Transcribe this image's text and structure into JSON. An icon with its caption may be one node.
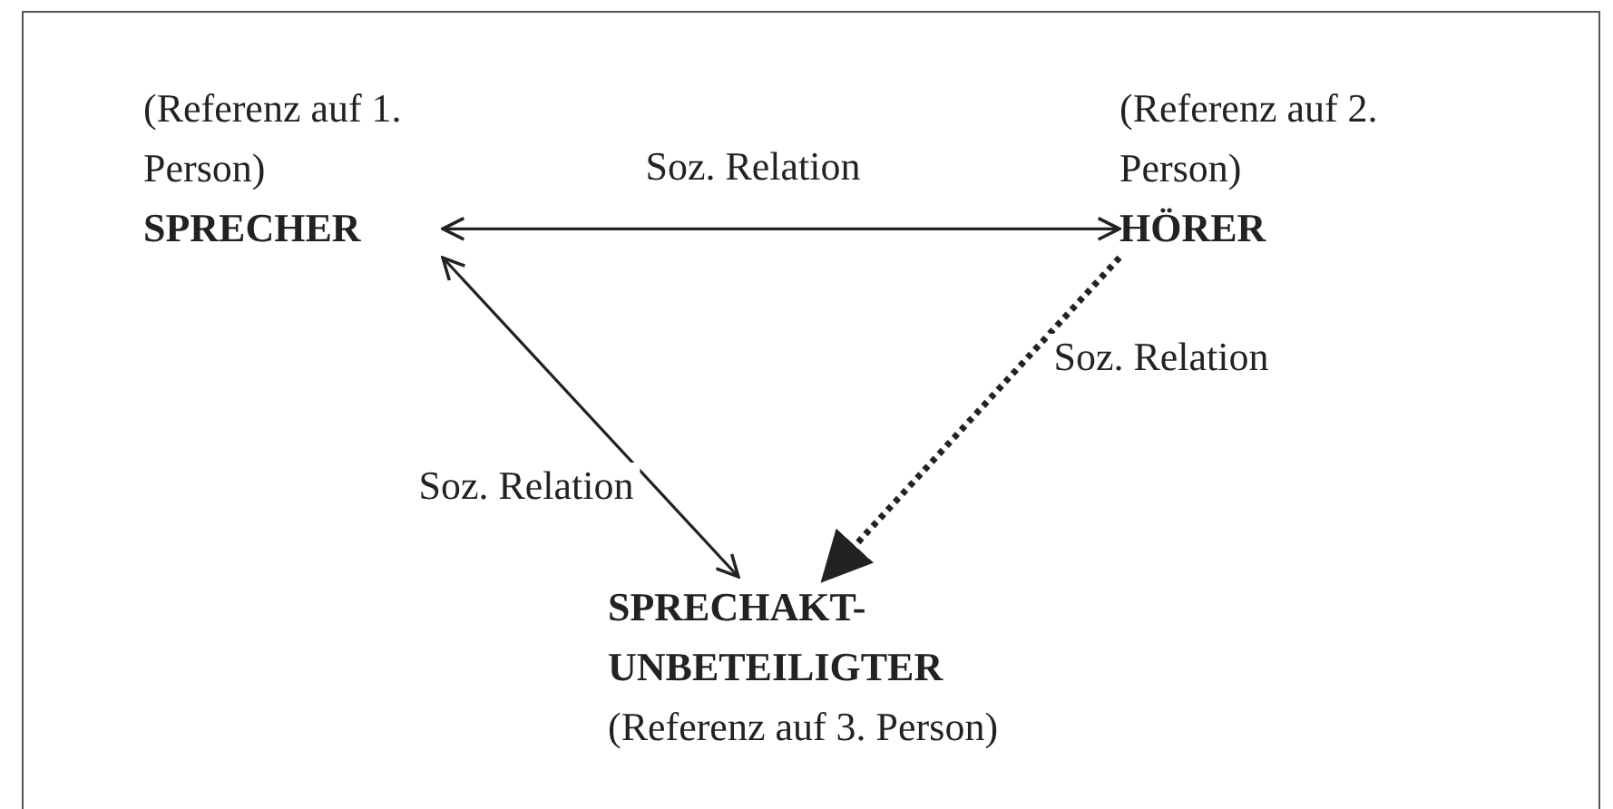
{
  "diagram": {
    "nodes": [
      {
        "text": [
          "(Referenz auf 1. Person)",
          "SPRECHER"
        ]
      },
      {
        "text": [
          "(Referenz auf 2. Person)",
          "HÖRER"
        ]
      },
      {
        "text": [
          "SPRECHAKT-UNBETEILIGTER",
          "(Referenz auf 3. Person)"
        ]
      }
    ],
    "edges": [
      {
        "from": 0,
        "to": 1,
        "arrow": "both",
        "label": "Soz. Relation"
      },
      {
        "from": 0,
        "to": 2,
        "arrow": "both",
        "label": "Soz. Relation"
      },
      {
        "from": 1,
        "to": 2,
        "arrow": "to",
        "label": "Soz. Relation",
        "style": "dashed"
      }
    ]
  }
}
